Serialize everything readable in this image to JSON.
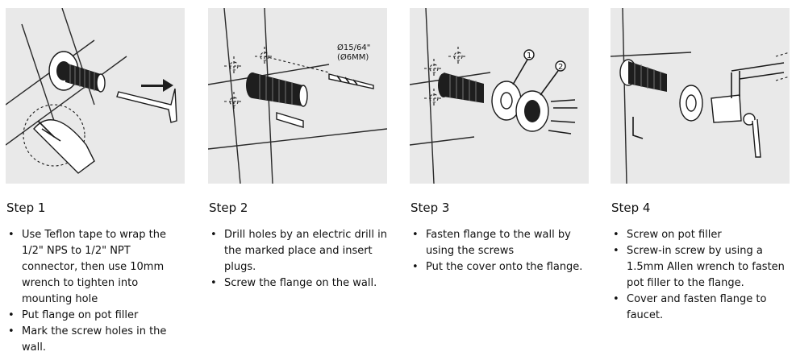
{
  "steps": [
    {
      "title": "Step 1",
      "items": [
        "Use Teflon tape to wrap the 1/2\" NPS to 1/2\" NPT connector, then use 10mm wrench to tighten into mounting hole",
        "Put flange on pot filler",
        "Mark the screw holes in the wall."
      ]
    },
    {
      "title": "Step 2",
      "items": [
        "Drill holes by an electric drill in the marked place and insert plugs.",
        "Screw the flange on the wall."
      ],
      "drill_label_1": "Ø15/64\"",
      "drill_label_2": "(Ø6MM)"
    },
    {
      "title": "Step 3",
      "items": [
        "Fasten flange to the wall by using the screws",
        "Put the cover onto the flange."
      ],
      "callout_1": "1",
      "callout_2": "2"
    },
    {
      "title": "Step 4",
      "items": [
        "Screw on pot filler",
        "Screw-in screw by using a 1.5mm Allen wrench to fasten pot filler to the flange.",
        "Cover and fasten flange to faucet."
      ]
    }
  ]
}
